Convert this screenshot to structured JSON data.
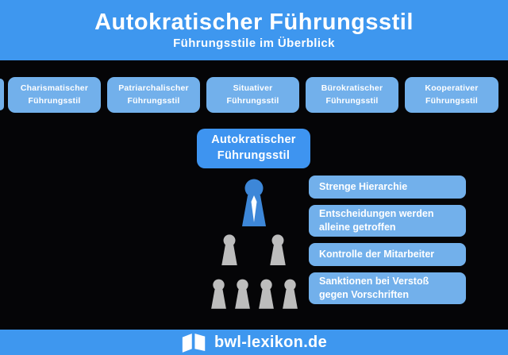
{
  "colors": {
    "background": "#050507",
    "primary_blue": "#3E97EF",
    "light_blue": "#72B0EB",
    "selected_blue": "#3E94F0",
    "leader_blue": "#3D87D8",
    "subordinate_gray": "#BDBDBD",
    "text": "#FFFFFF"
  },
  "header": {
    "title": "Autokratischer Führungsstil",
    "subtitle": "Führungsstile im Überblick"
  },
  "styles_row": {
    "items": [
      {
        "label": "Charismatischer\nFührungsstil"
      },
      {
        "label": "Patriarchalischer\nFührungsstil"
      },
      {
        "label": "Situativer\nFührungsstil"
      },
      {
        "label": "Bürokratischer\nFührungsstil"
      },
      {
        "label": "Kooperativer\nFührungsstil"
      }
    ]
  },
  "main": {
    "selected_style": "Autokratischer\nFührungsstil",
    "features": [
      {
        "label": "Strenge Hierarchie"
      },
      {
        "label": "Entscheidungen werden\nalleine getroffen"
      },
      {
        "label": "Kontrolle der Mitarbeiter"
      },
      {
        "label": "Sanktionen bei Verstoß\ngegen Vorschriften"
      }
    ],
    "hierarchy": {
      "leader_icon": "leader-person-icon",
      "subordinate_icon": "person-icon",
      "middle_row_count": 2,
      "bottom_row_count": 4
    }
  },
  "footer": {
    "logo_icon": "open-book-icon",
    "brand": "bwl-lexikon.de"
  }
}
